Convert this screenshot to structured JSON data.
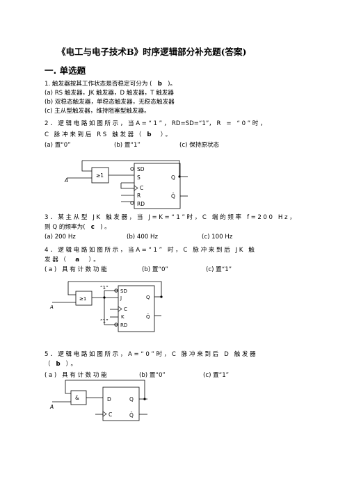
{
  "title": "《电工与电子技术B》时序逻辑部分补充题(答案)",
  "section": "一. 单选题",
  "q1": {
    "stem": "1. 触发器按其工作状态是否稳定可分为 (",
    "answer": "b",
    "stem_end": ")。",
    "opt_a": "(a) RS 触发器，JK 触发器，D 触发器，T 触发器",
    "opt_b": "(b) 双稳态触发器，单稳态触发器，无稳态触发器",
    "opt_c": "(c) 主从型触发器，维持阻塞型触发器。"
  },
  "q2": {
    "line1_a": "2．逻辑电路如图所示，当A=“1”，",
    "line1_sd": "RD=SD=“1”",
    "line1_b": "，R = “0”时，",
    "line2_a": "C 脉冲来到后 RS 触发器（",
    "answer": "b",
    "line2_b": "）。",
    "opt_a": "(a)  置“0”",
    "opt_b": "(b)  置“1”",
    "opt_c": "(c)  保持原状态",
    "diagram": {
      "gate": "≥1",
      "input": "A",
      "pins_left": [
        "SD",
        "S",
        "C",
        "R",
        "RD"
      ],
      "pins_right": [
        "Q",
        "Q̄"
      ]
    }
  },
  "q3": {
    "line1": "3．某主从型 JK 触发器，当 J=K=“1”时，C 端的频率 f=200 Hz，",
    "line2_a": "则 Q 的频率为(",
    "answer": "c",
    "line2_b": ") 。",
    "opt_a": "(a)  200 Hz",
    "opt_b": "(b)  400 Hz",
    "opt_c": "(c)  100 Hz"
  },
  "q4": {
    "line1": "4．逻辑电路如图所示，当A=“1” 时，C 脉冲来到后 JK 触",
    "line2_a": "发器（",
    "answer": "a",
    "line2_b": "）。",
    "opt_a": "(a)  具有计数功能",
    "opt_b": "(b)  置“0”",
    "opt_c": "(c)  置“1”",
    "diagram": {
      "gate": "≥1",
      "input": "A",
      "const_top": "“1”",
      "const_bottom": "“1”",
      "pins_left": [
        "SD",
        "J",
        "C",
        "K",
        "RD"
      ],
      "pins_right": [
        "Q",
        "Q̄"
      ]
    }
  },
  "q5": {
    "line1": "5．逻辑电路如图所示，A=“0”时，C 脉冲来到后 D 触发器",
    "line2_a": "（",
    "answer": "b",
    "line2_b": "）。",
    "opt_a": "(a)  具有计数功能",
    "opt_b": "(b)  置“0”",
    "opt_c": "(c)  置“1”",
    "diagram": {
      "gate": "&",
      "input": "A",
      "pins_left": [
        "D",
        "C"
      ],
      "pins_right": [
        "Q",
        "Q̄"
      ]
    }
  }
}
